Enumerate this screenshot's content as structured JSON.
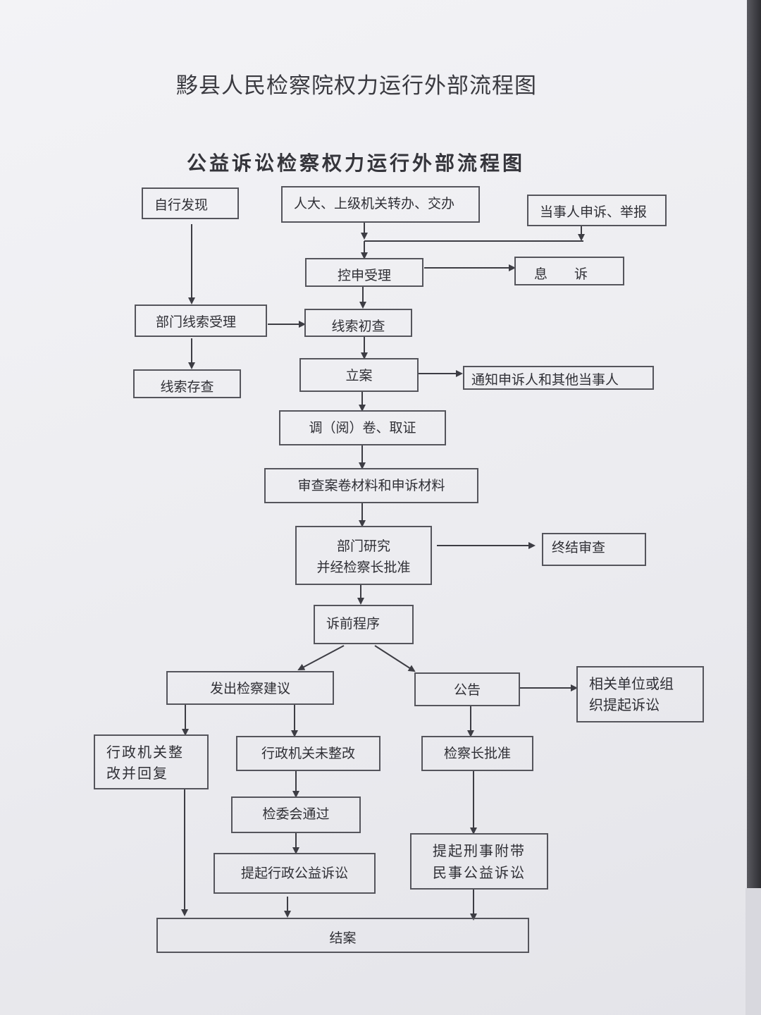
{
  "title": "黟县人民检察院权力运行外部流程图",
  "subtitle": "公益诉讼检察权力运行外部流程图",
  "nodes": {
    "self_discovery": "自行发现",
    "npc_transfer": "人大、上级机关转办、交办",
    "party_complaint": "当事人申诉、举报",
    "petition_accept": "控申受理",
    "end_appeal": "息　　诉",
    "dept_clue_accept": "部门线索受理",
    "clue_initial_check": "线索初查",
    "clue_archive": "线索存查",
    "file_case": "立案",
    "notify_parties": "通知申诉人和其他当事人",
    "collect_evidence": "调（阅）卷、取证",
    "review_materials": "审查案卷材料和申诉材料",
    "dept_study_line1": "部门研究",
    "dept_study_line2": "并经检察长批准",
    "terminate_review": "终结审查",
    "pre_litigation": "诉前程序",
    "issue_suggestion": "发出检察建议",
    "announcement": "公告",
    "related_units_line1": "相关单位或组",
    "related_units_line2": "织提起诉讼",
    "admin_rectified_line1": "行政机关整",
    "admin_rectified_line2": "改并回复",
    "admin_not_rectified": "行政机关未整改",
    "chief_approval": "检察长批准",
    "committee_passed": "检委会通过",
    "file_admin_suit": "提起行政公益诉讼",
    "criminal_civil_suit_line1": "提起刑事附带",
    "criminal_civil_suit_line2": "民事公益诉讼",
    "close_case": "结案"
  }
}
